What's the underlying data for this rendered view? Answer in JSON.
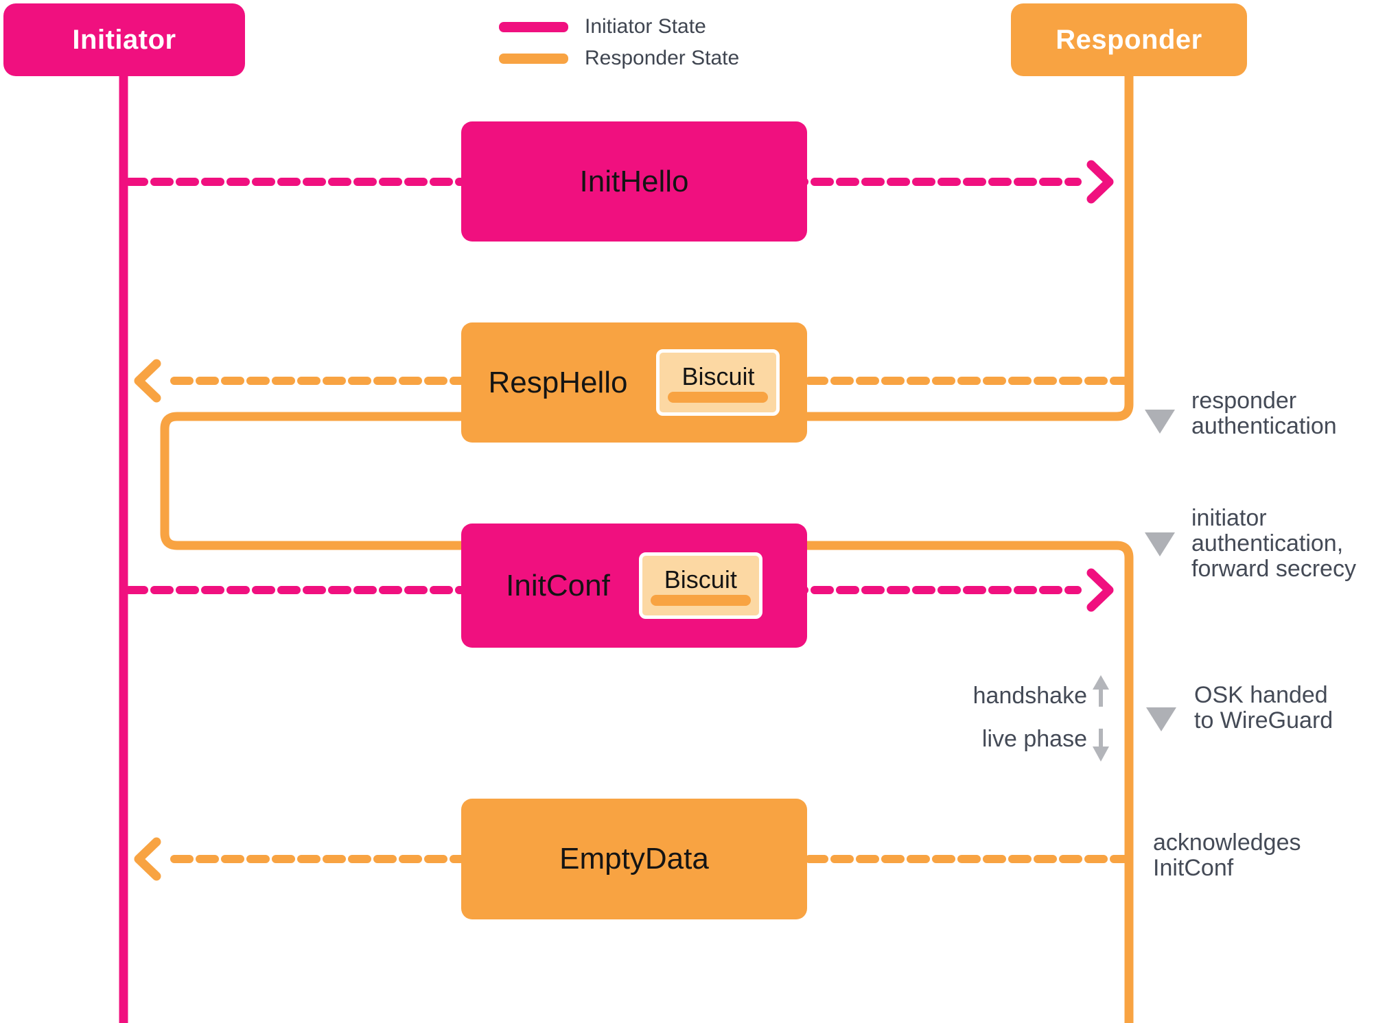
{
  "actors": {
    "initiator": "Initiator",
    "responder": "Responder"
  },
  "legend": {
    "initiator_state": "Initiator State",
    "responder_state": "Responder State"
  },
  "messages": {
    "init_hello": "InitHello",
    "resp_hello": "RespHello",
    "init_conf": "InitConf",
    "empty_data": "EmptyData",
    "biscuit": "Biscuit"
  },
  "annotations": {
    "responder_auth": [
      "responder",
      "authentication"
    ],
    "initiator_auth": [
      "initiator",
      "authentication,",
      "forward secrecy"
    ],
    "osk": [
      "OSK handed",
      "to WireGuard"
    ],
    "ack": [
      "acknowledges",
      "InitConf"
    ]
  },
  "phase": {
    "handshake": "handshake",
    "live_phase": "live phase"
  },
  "colors": {
    "initiator_pink": "#F0107F",
    "responder_orange": "#F8A342",
    "biscuit_fill": "#FCD8A3",
    "chip_border": "#FFFFFF",
    "marker_gray": "#AEB0B5",
    "annotation_text": "#444A56",
    "box_label_text": "#141414",
    "background": "#FFFFFF"
  }
}
